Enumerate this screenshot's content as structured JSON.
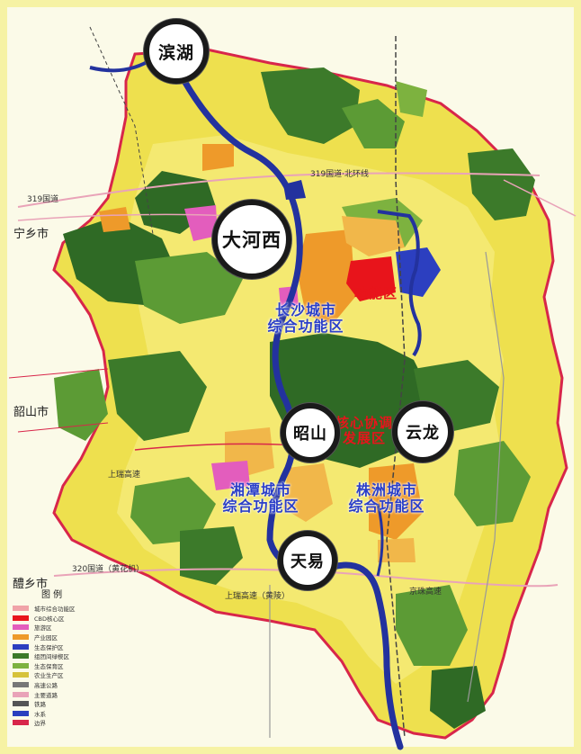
{
  "nodes": {
    "binhu": "滨湖",
    "daxi": "大河西",
    "zhaoshan": "昭山",
    "yunlong": "云龙",
    "tianyi": "天易"
  },
  "zones": {
    "changsha_line1": "长沙城市",
    "changsha_line2": "综合功能区",
    "xiangtan_line1": "湘潭城市",
    "xiangtan_line2": "综合功能区",
    "zhuzhou_line1": "株洲城市",
    "zhuzhou_line2": "综合功能区",
    "core_line1": "核心协调",
    "core_line2": "发展区",
    "red_east": "功能区"
  },
  "cities": {
    "ningxiang": "宁乡市",
    "shaoshan": "韶山市",
    "liling": "醴乡市"
  },
  "roads": {
    "r319a": "319国道·北环线",
    "r319b": "319国道",
    "r320": "320国道（黄花机）",
    "shangrui": "上瑞高速",
    "shangrui2": "上瑞高速（黄陵）",
    "beijing": "京珠高速"
  },
  "legend": {
    "title": "图  例",
    "items": [
      {
        "label": "城市综合功能区",
        "color": "#f0a3a8"
      },
      {
        "label": "CBD核心区",
        "color": "#e8141b"
      },
      {
        "label": "旅游区",
        "color": "#e35dbd"
      },
      {
        "label": "产业园区",
        "color": "#ee9a2a"
      },
      {
        "label": "生态保护区",
        "color": "#2c3fc0"
      },
      {
        "label": "组团间绿楔区",
        "color": "#3c7a2a"
      },
      {
        "label": "生态保育区",
        "color": "#7db23f"
      },
      {
        "label": "农业生产区",
        "color": "#d6c23a"
      },
      {
        "label": "高速公路",
        "color": "#777777"
      },
      {
        "label": "主要道路",
        "color": "#e9a3b8"
      },
      {
        "label": "铁路",
        "color": "#555555"
      },
      {
        "label": "水系",
        "color": "#2a3fbf"
      },
      {
        "label": "边界",
        "color": "#d8264a"
      }
    ]
  },
  "colors": {
    "background": "#f6f2a4",
    "boundary": "#d8264a",
    "river": "#23329e",
    "dark_green": "#2f6a25",
    "mid_green": "#5c9b35",
    "light_green": "#a6c94d",
    "yellow": "#f0e048",
    "orange": "#eea32e",
    "red": "#e8141b",
    "pink": "#e35dbd"
  }
}
